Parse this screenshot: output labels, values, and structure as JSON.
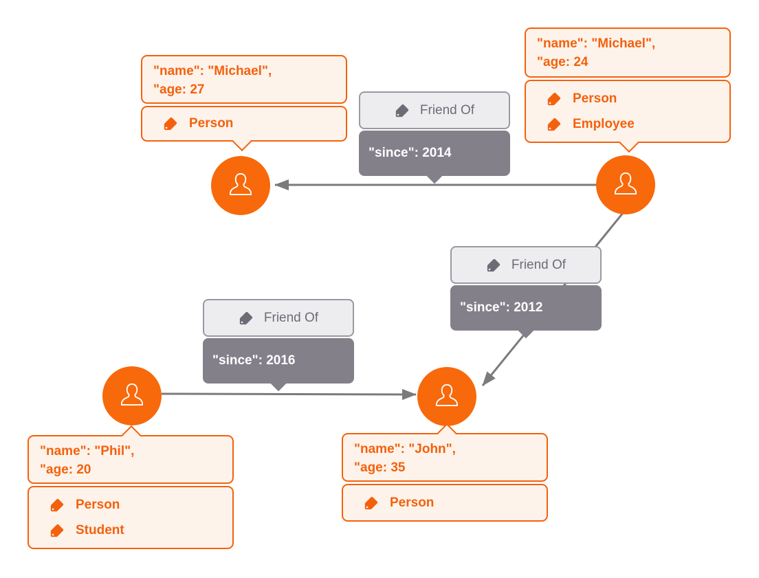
{
  "colors": {
    "node_fill": "#F7690B",
    "accent_orange": "#F4610D",
    "callout_background": "#FDF3EB",
    "edge_line": "#7B7B7B",
    "relationship_type_background": "#EDEDEF",
    "relationship_type_border": "#9B98A1",
    "relationship_type_text": "#6E6B76",
    "relationship_property_background": "#84808A",
    "relationship_property_text": "#FFFFFF"
  },
  "nodes": [
    {
      "id": "michael-27",
      "icon": "person-icon",
      "property_lines": [
        "\"name\": \"Michael\",",
        "\"age: 27"
      ],
      "labels": [
        "Person"
      ]
    },
    {
      "id": "michael-24",
      "icon": "person-icon",
      "property_lines": [
        "\"name\": \"Michael\",",
        "\"age: 24"
      ],
      "labels": [
        "Person",
        "Employee"
      ]
    },
    {
      "id": "phil-20",
      "icon": "person-icon",
      "property_lines": [
        "\"name\": \"Phil\",",
        "\"age: 20"
      ],
      "labels": [
        "Person",
        "Student"
      ]
    },
    {
      "id": "john-35",
      "icon": "person-icon",
      "property_lines": [
        "\"name\": \"John\",",
        "\"age: 35"
      ],
      "labels": [
        "Person"
      ]
    }
  ],
  "edges": [
    {
      "type": "Friend Of",
      "property": "\"since\": 2014",
      "from": "michael-24",
      "to": "michael-27"
    },
    {
      "type": "Friend Of",
      "property": "\"since\": 2012",
      "from": "michael-24",
      "to": "john-35"
    },
    {
      "type": "Friend Of",
      "property": "\"since\": 2016",
      "from": "phil-20",
      "to": "john-35"
    }
  ]
}
